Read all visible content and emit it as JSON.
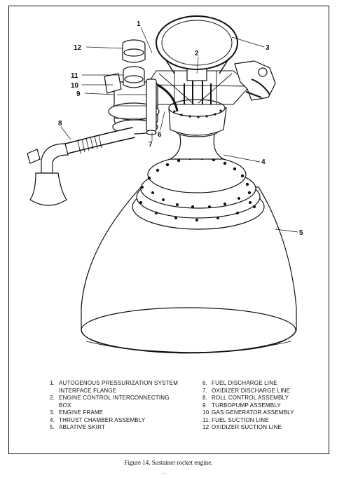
{
  "figure": {
    "caption": "Figure 14. Sustainer rocket engine.",
    "page_number": "- -"
  },
  "callouts": [
    "1",
    "2",
    "3",
    "4",
    "5",
    "6",
    "7",
    "8",
    "9",
    "10",
    "11",
    "12"
  ],
  "legend": {
    "left": [
      {
        "num": "1.",
        "text": "AUTOGENOUS PRESSURIZATION SYSTEM INTERFACE FLANGE"
      },
      {
        "num": "2.",
        "text": "ENGINE CONTROL INTERCONNECTING BOX"
      },
      {
        "num": "3.",
        "text": "ENGINE FRAME"
      },
      {
        "num": "4.",
        "text": "THRUST CHAMBER ASSEMBLY"
      },
      {
        "num": "5.",
        "text": "ABLATIVE SKIRT"
      }
    ],
    "right": [
      {
        "num": "6.",
        "text": "FUEL DISCHARGE LINE"
      },
      {
        "num": "7.",
        "text": "OXIDIZER DISCHARGE LINE"
      },
      {
        "num": "8.",
        "text": "ROLL CONTROL ASSEMBLY"
      },
      {
        "num": "9.",
        "text": "TURBOPUMP ASSEMBLY"
      },
      {
        "num": "10.",
        "text": "GAS GENERATOR ASSEMBLY"
      },
      {
        "num": "11.",
        "text": "FUEL SUCTION LINE"
      },
      {
        "num": "12",
        "text": "OXIDIZER SUCTION LINE"
      }
    ]
  }
}
